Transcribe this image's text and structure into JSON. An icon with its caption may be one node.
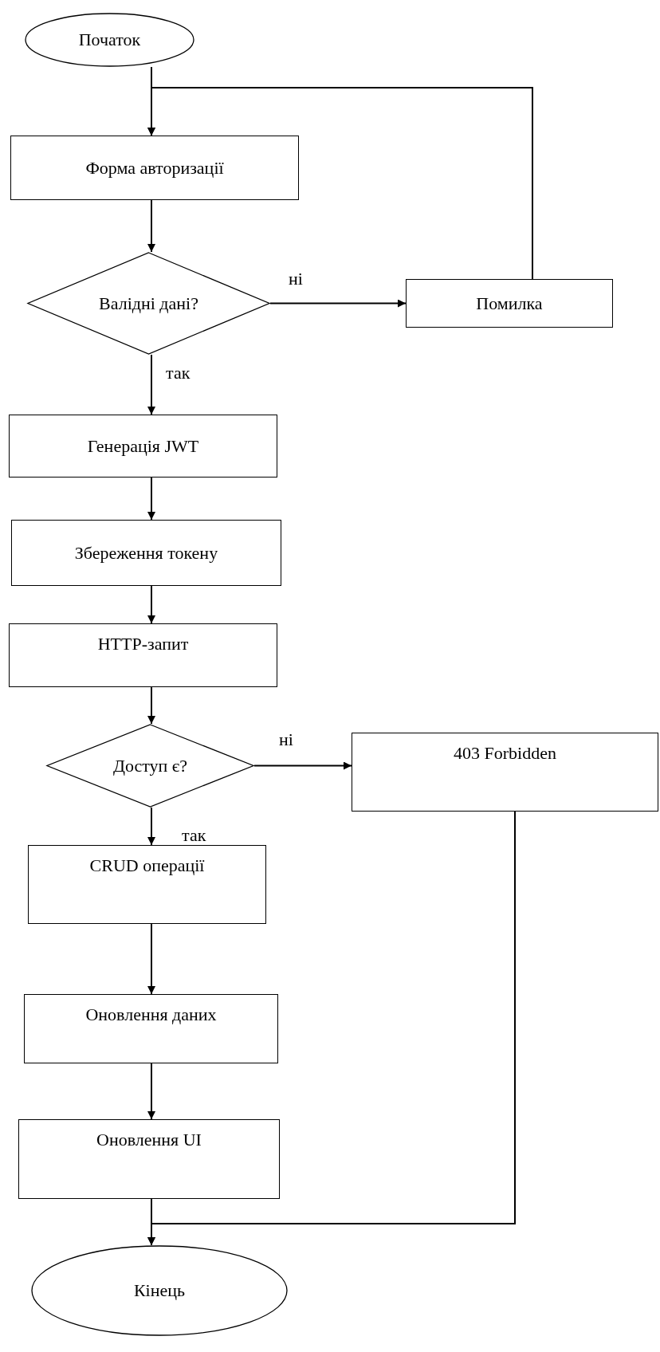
{
  "diagram": {
    "nodes": [
      {
        "text": [
          "Початок"
        ]
      },
      {
        "text": [
          "Форма авторизації"
        ]
      },
      {
        "text": [
          "Валідні дані?"
        ]
      },
      {
        "text": [
          "Помилка"
        ]
      },
      {
        "text": [
          "Генерація JWT"
        ]
      },
      {
        "text": [
          "Збереження токену"
        ]
      },
      {
        "text": [
          "HTTP-запит"
        ]
      },
      {
        "text": [
          "Доступ є?"
        ]
      },
      {
        "text": [
          "403 Forbidden"
        ]
      },
      {
        "text": [
          "CRUD операції"
        ]
      },
      {
        "text": [
          "Оновлення даних"
        ]
      },
      {
        "text": [
          "Оновлення UI"
        ]
      },
      {
        "text": [
          "Кінець"
        ]
      }
    ],
    "edges": [
      {
        "from": 0,
        "to": 1,
        "arrow": "to"
      },
      {
        "from": 1,
        "to": 2,
        "arrow": "to"
      },
      {
        "from": 2,
        "to": 3,
        "arrow": "to",
        "label": "ні"
      },
      {
        "from": 3,
        "to": 1,
        "arrow": "to"
      },
      {
        "from": 2,
        "to": 4,
        "arrow": "to",
        "label": "так"
      },
      {
        "from": 4,
        "to": 5,
        "arrow": "to"
      },
      {
        "from": 5,
        "to": 6,
        "arrow": "to"
      },
      {
        "from": 6,
        "to": 7,
        "arrow": "to"
      },
      {
        "from": 7,
        "to": 8,
        "arrow": "to",
        "label": "ні"
      },
      {
        "from": 7,
        "to": 9,
        "arrow": "to",
        "label": "так"
      },
      {
        "from": 9,
        "to": 10,
        "arrow": "to"
      },
      {
        "from": 10,
        "to": 11,
        "arrow": "to"
      },
      {
        "from": 11,
        "to": 12,
        "arrow": "to"
      },
      {
        "from": 8,
        "to": 12,
        "arrow": "to"
      }
    ]
  }
}
